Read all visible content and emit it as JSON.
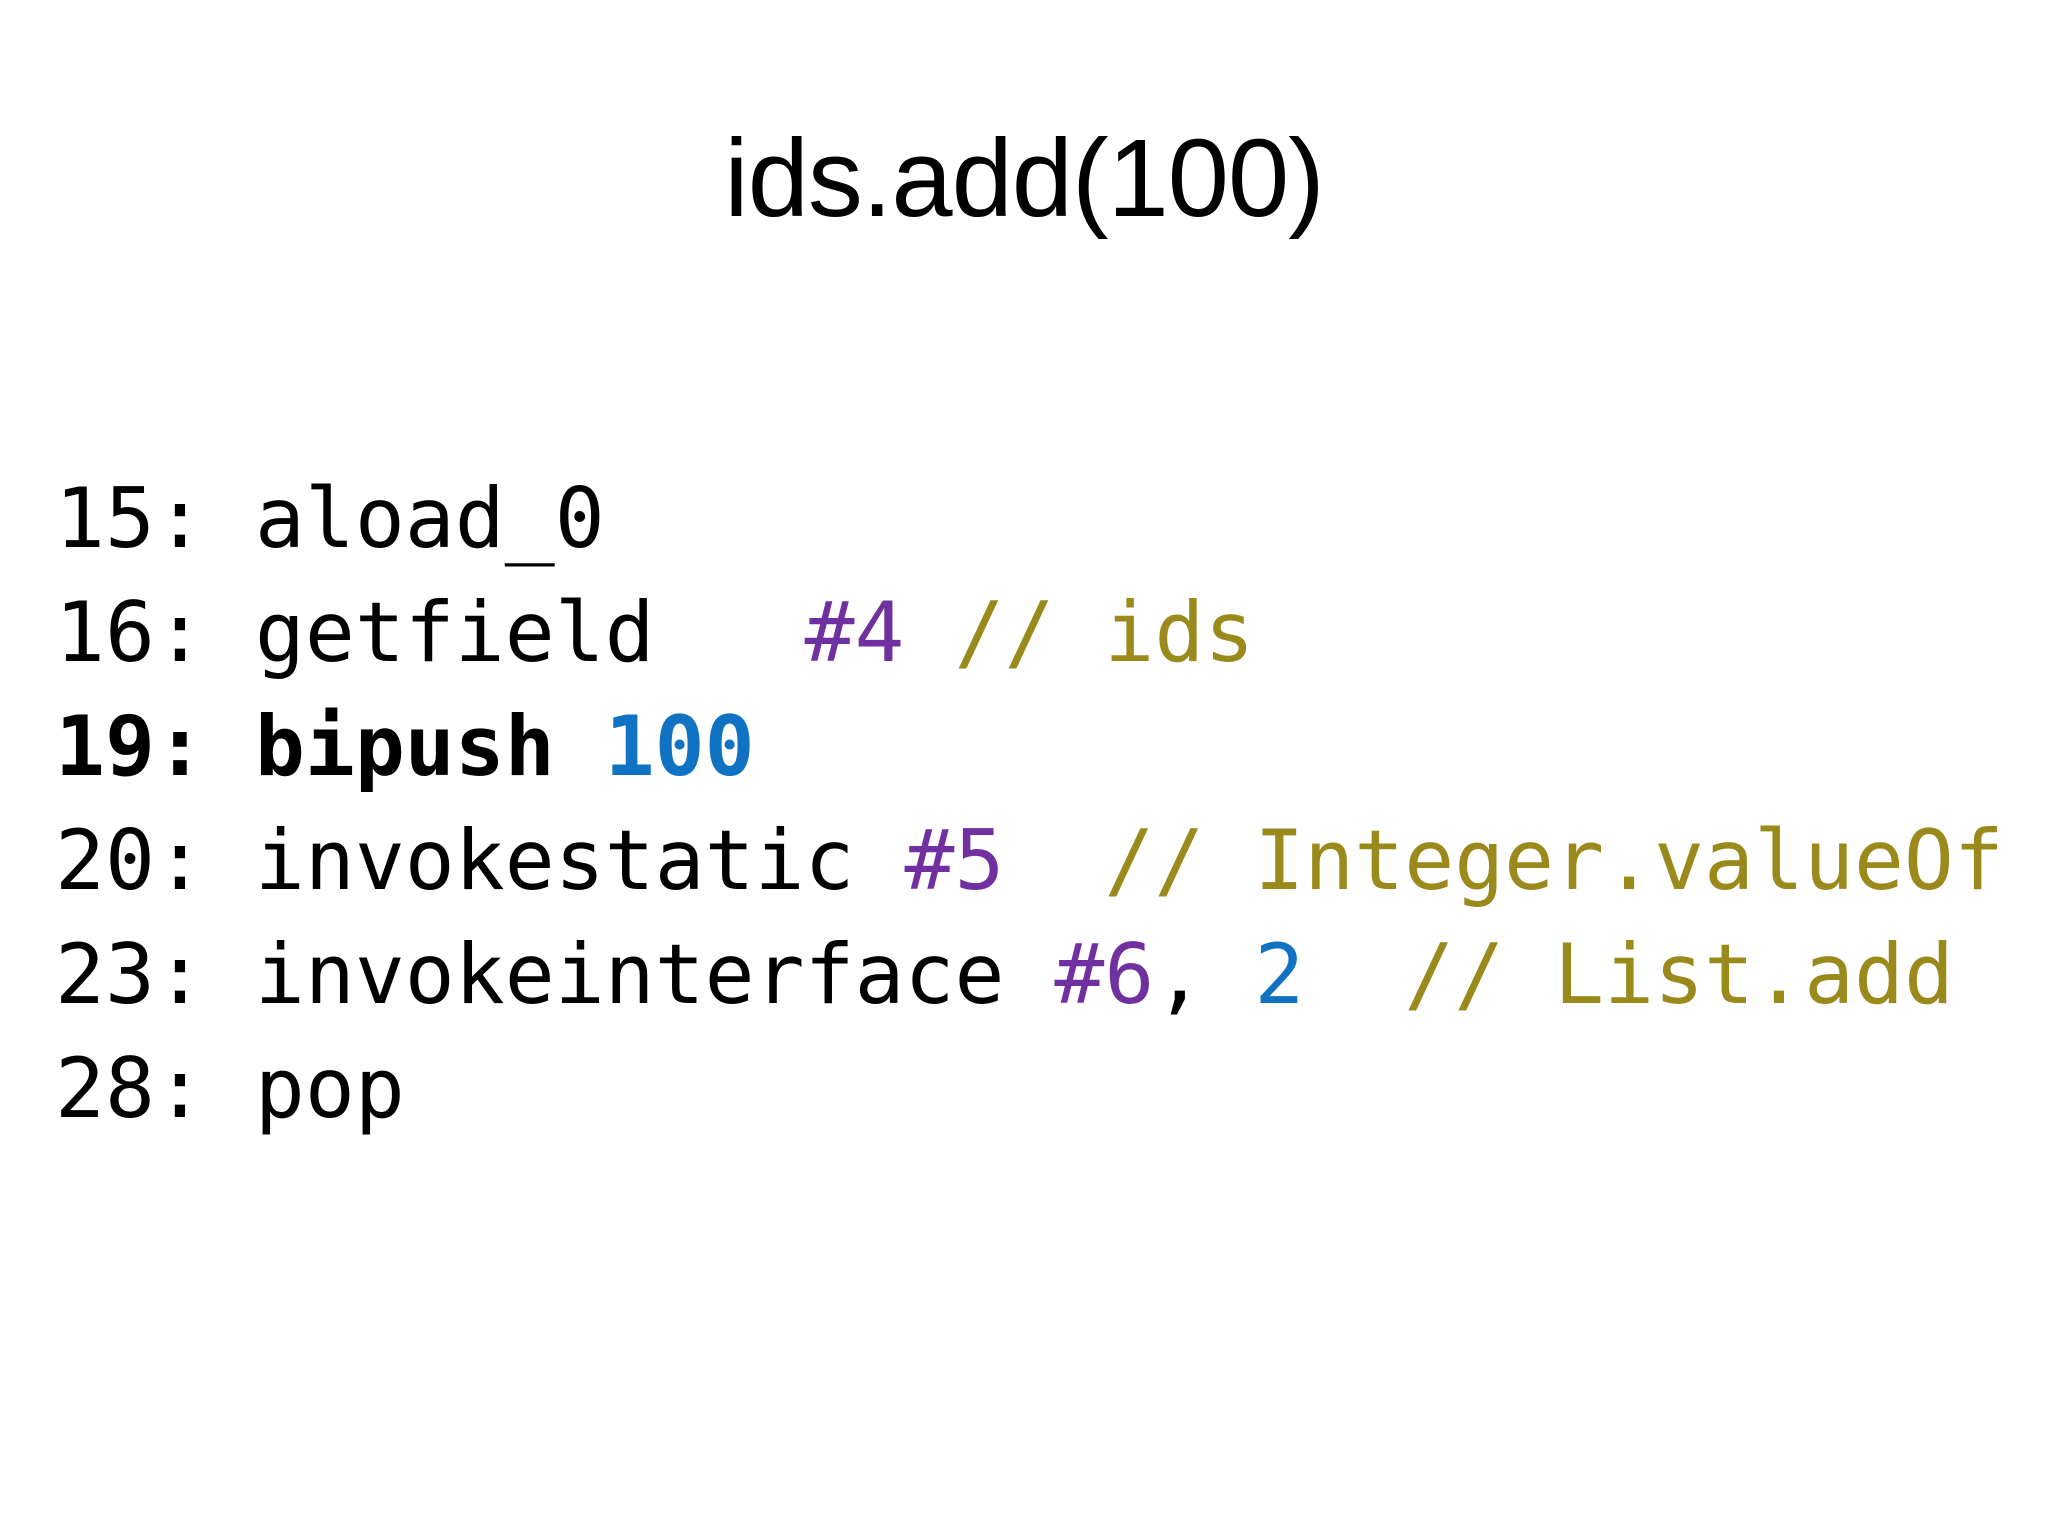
{
  "slide": {
    "title": "ids.add(100)"
  },
  "colors": {
    "background": "#FFFFFF",
    "foreground": "#000000",
    "constant_ref": "#7030A0",
    "number_literal": "#0F72C2",
    "comment": "#9A8A1C"
  },
  "bytecode": {
    "lines": [
      {
        "bold": false,
        "segments": [
          {
            "text": "15: aload_0",
            "color": "foreground"
          }
        ]
      },
      {
        "bold": false,
        "segments": [
          {
            "text": "16: getfield   ",
            "color": "foreground"
          },
          {
            "text": "#4",
            "color": "constant_ref"
          },
          {
            "text": " ",
            "color": "foreground"
          },
          {
            "text": "// ids",
            "color": "comment"
          }
        ]
      },
      {
        "bold": true,
        "segments": [
          {
            "text": "19: bipush ",
            "color": "foreground"
          },
          {
            "text": "100",
            "color": "number_literal"
          }
        ]
      },
      {
        "bold": false,
        "segments": [
          {
            "text": "20: invokestatic ",
            "color": "foreground"
          },
          {
            "text": "#5",
            "color": "constant_ref"
          },
          {
            "text": "  ",
            "color": "foreground"
          },
          {
            "text": "// Integer.valueOf",
            "color": "comment"
          }
        ]
      },
      {
        "bold": false,
        "segments": [
          {
            "text": "23: invokeinterface ",
            "color": "foreground"
          },
          {
            "text": "#6",
            "color": "constant_ref"
          },
          {
            "text": ", ",
            "color": "foreground"
          },
          {
            "text": "2",
            "color": "number_literal"
          },
          {
            "text": "  ",
            "color": "foreground"
          },
          {
            "text": "// List.add",
            "color": "comment"
          }
        ]
      },
      {
        "bold": false,
        "segments": [
          {
            "text": "28: pop",
            "color": "foreground"
          }
        ]
      }
    ]
  }
}
